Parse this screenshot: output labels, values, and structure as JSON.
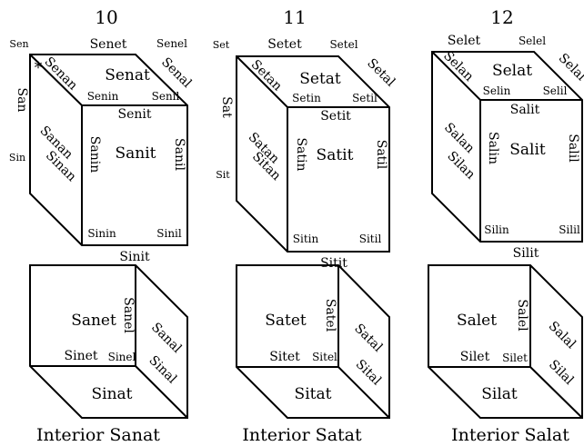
{
  "top_cubes": [
    {
      "number": "10",
      "corner_tl": "Sen",
      "edge_top": "Senet",
      "corner_tr": "Senel",
      "face_top": "Senat",
      "diag_left": "Senan",
      "diag_right": "Senal",
      "inner_top_left": "Senin",
      "inner_top_right": "Senil",
      "edge_left": "San",
      "face_left": "Sanan",
      "corner_bl": "Sin",
      "diag_bottom": "Sinan",
      "front_top": "Senit",
      "front_left": "Sanin",
      "front_center": "Sanit",
      "front_right": "Sanil",
      "front_bottom_left": "Sinin",
      "front_bottom_right": "Sinil",
      "edge_bottom": "Sinit",
      "marker": "*"
    },
    {
      "number": "11",
      "corner_tl": "Set",
      "edge_top": "Setet",
      "corner_tr": "Setel",
      "face_top": "Setat",
      "diag_left": "Setan",
      "diag_right": "Setal",
      "inner_top_left": "Setin",
      "inner_top_right": "Setil",
      "edge_left": "Sat",
      "face_left": "Satan",
      "corner_bl": "Sit",
      "diag_bottom": "Sitan",
      "front_top": "Setit",
      "front_left": "Satin",
      "front_center": "Satit",
      "front_right": "Satil",
      "front_bottom_left": "Sitin",
      "front_bottom_right": "Sitil",
      "edge_bottom": "Sitit",
      "marker": ""
    },
    {
      "number": "12",
      "corner_tl": "",
      "edge_top": "Selet",
      "corner_tr": "Selel",
      "face_top": "Selat",
      "diag_left": "Selan",
      "diag_right": "Selal",
      "inner_top_left": "Selin",
      "inner_top_right": "Selil",
      "edge_left": "",
      "face_left": "Salan",
      "corner_bl": "",
      "diag_bottom": "Silan",
      "front_top": "Salit",
      "front_left": "Salin",
      "front_center": "Salit",
      "front_right": "Salil",
      "front_bottom_left": "Silin",
      "front_bottom_right": "Silil",
      "edge_bottom": "Silit",
      "marker": ""
    }
  ],
  "interior_cubes": [
    {
      "face_center": "Sanet",
      "face_right_vertical": "Sanel",
      "bottom_left": "Sinet",
      "bottom_right": "Sinel",
      "side_upper": "Sanal",
      "side_lower": "Sinal",
      "floor": "Sinat",
      "caption": "Interior Sanat"
    },
    {
      "face_center": "Satet",
      "face_right_vertical": "Satel",
      "bottom_left": "Sitet",
      "bottom_right": "Sitel",
      "side_upper": "Satal",
      "side_lower": "Sital",
      "floor": "Sitat",
      "caption": "Interior Satat"
    },
    {
      "face_center": "Salet",
      "face_right_vertical": "Salel",
      "bottom_left": "Silet",
      "bottom_right": "Silet",
      "side_upper": "Salal",
      "side_lower": "Silal",
      "floor": "Silat",
      "caption": "Interior Salat"
    }
  ]
}
